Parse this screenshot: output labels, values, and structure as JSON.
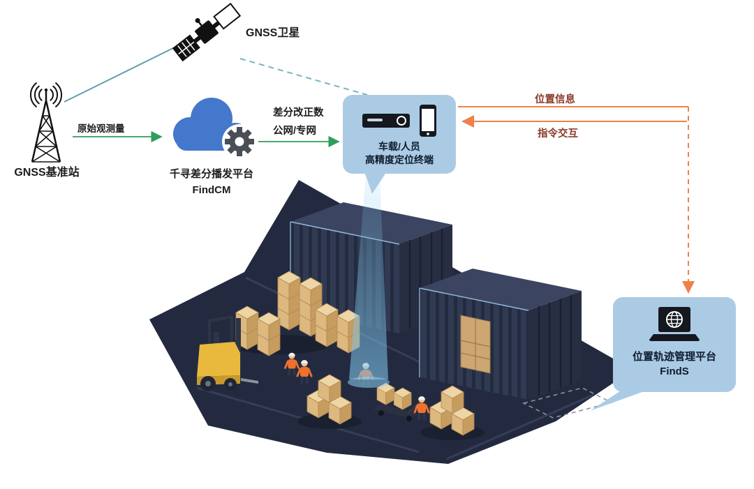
{
  "labels": {
    "satellite": "GNSS卫星",
    "base_station": "GNSS基准站",
    "raw_observation": "原始观测量",
    "cloud_platform_name": "千寻差分播发平台",
    "cloud_platform_product": "FindCM",
    "correction_data": "差分改正数",
    "network": "公网/专网",
    "terminal_line1": "车载/人员",
    "terminal_line2": "高精度定位终端",
    "position_info": "位置信息",
    "command_interaction": "指令交互",
    "management_platform_name": "位置轨迹管理平台",
    "management_platform_product": "FindS"
  },
  "icons": {
    "satellite": "satellite-icon",
    "base_station": "radio-tower-icon",
    "broadcast_platform": "cloud-gear-icon",
    "terminal": [
      "receiver-box-icon",
      "smartphone-icon"
    ],
    "management_platform": "laptop-globe-icon"
  },
  "colors": {
    "teal_line": "#5f9eb0",
    "teal_dash": "#79b2c2",
    "green_arrow": "#2e9e5b",
    "orange_arrow": "#ee8148",
    "cloud_blue": "#4478cc",
    "gear_gray": "#494e57",
    "bubble_blue": "#abcbe5",
    "label_dark": "#1c1c1c",
    "io_label": "#8b3a2a",
    "container_navy": "#303a52",
    "floor_dark": "#232a40",
    "crate_tan": "#ddb87f",
    "forklift_yellow": "#e9b93d",
    "beam_blue": "#7fc4ea",
    "vest_orange": "#f0712e"
  }
}
